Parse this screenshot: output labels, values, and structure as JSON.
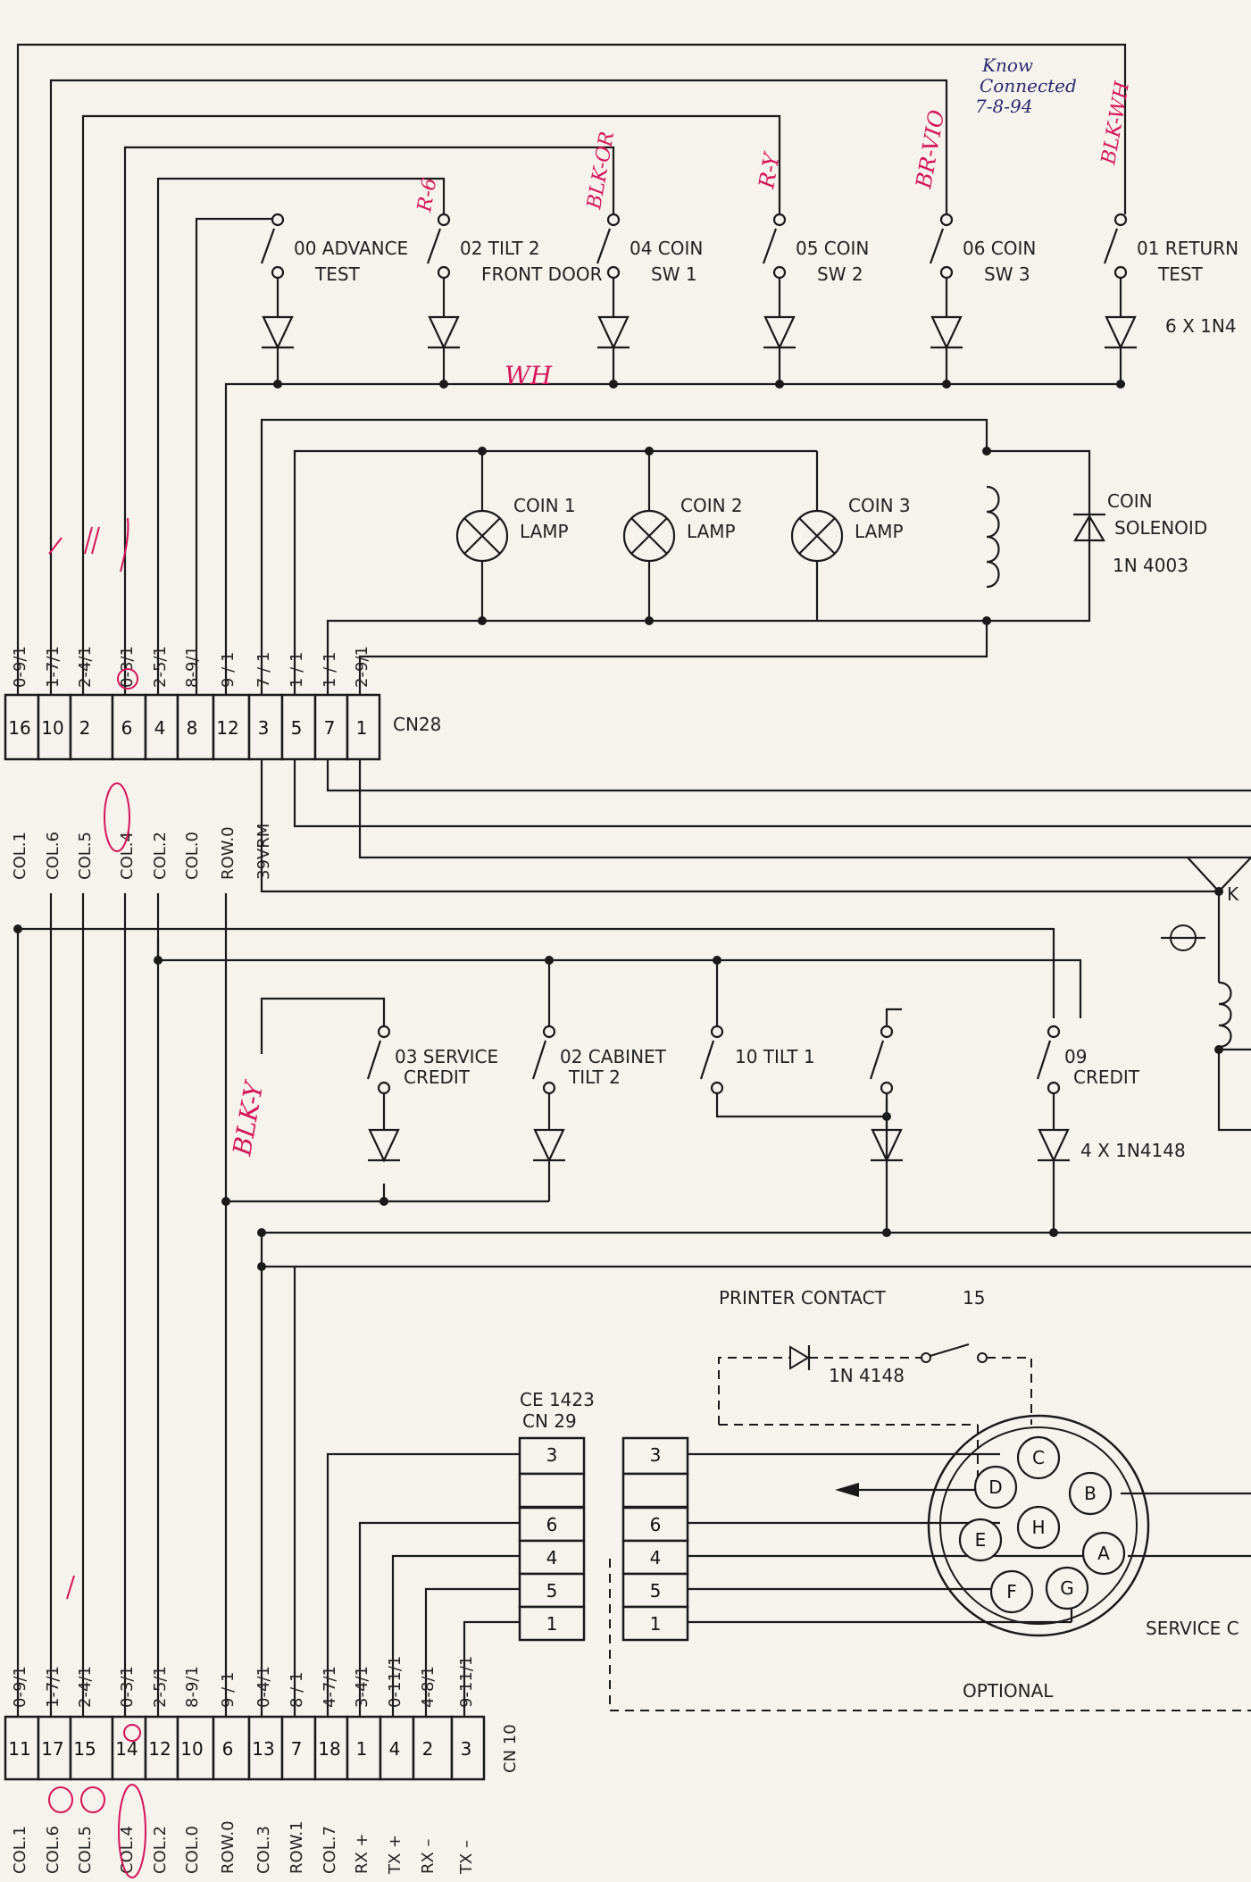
{
  "switches_top": [
    {
      "num": "00",
      "line1": "00 ADVANCE",
      "line2": "TEST"
    },
    {
      "num": "02",
      "line1": "02 TILT 2",
      "line2": "FRONT DOOR"
    },
    {
      "num": "04",
      "line1": "04 COIN",
      "line2": "SW 1"
    },
    {
      "num": "05",
      "line1": "05 COIN",
      "line2": "SW 2"
    },
    {
      "num": "06",
      "line1": "06 COIN",
      "line2": "SW 3"
    },
    {
      "num": "01",
      "line1": "01 RETURN",
      "line2": "TEST"
    }
  ],
  "diode_note_top": "6 X 1N4",
  "lamps": [
    {
      "line1": "COIN 1",
      "line2": "LAMP"
    },
    {
      "line1": "COIN 2",
      "line2": "LAMP"
    },
    {
      "line1": "COIN 3",
      "line2": "LAMP"
    }
  ],
  "solenoid": {
    "line1": "COIN",
    "line2": "SOLENOID",
    "part": "1N 4003"
  },
  "cn28": {
    "label": "CN28",
    "pins": [
      "16",
      "10",
      "2",
      "6",
      "4",
      "8",
      "12",
      "3",
      "5",
      "7",
      "1"
    ],
    "top_labels": [
      "0-9/1",
      "1-7/1",
      "2-4/1",
      "0-3/1",
      "2-5/1",
      "8-9/1",
      "9 / 1",
      "7 / 1",
      "1 / 1",
      "1 / 1",
      "2-9/1"
    ],
    "bottom_labels": [
      "COL.1",
      "COL.6",
      "COL.5",
      "COL.4",
      "COL.2",
      "COL.0",
      "ROW.0",
      "39VRM"
    ]
  },
  "switches_mid": [
    {
      "line1": "03 SERVICE",
      "line2": "CREDIT"
    },
    {
      "line1": "02 CABINET",
      "line2": "TILT 2"
    },
    {
      "line1": "10  TILT  1",
      "line2": ""
    },
    {
      "line1": "09",
      "line2": "CREDIT"
    }
  ],
  "diode_note_mid": "4 X 1N4148",
  "relay_label": "K",
  "printer": {
    "label": "PRINTER CONTACT",
    "num": "15",
    "diode": "1N 4148"
  },
  "cn29": {
    "label1": "CE 1423",
    "label2": "CN 29",
    "pins": [
      "3",
      "",
      "6",
      "4",
      "5",
      "1"
    ]
  },
  "plug": {
    "pins": [
      "3",
      "",
      "6",
      "4",
      "5",
      "1"
    ]
  },
  "connector_pins": [
    "C",
    "D",
    "B",
    "E",
    "H",
    "A",
    "F",
    "G"
  ],
  "service_label": "SERVICE C",
  "optional_label": "OPTIONAL",
  "cn10": {
    "label": "CN 10",
    "pins": [
      "11",
      "17",
      "15",
      "14",
      "12",
      "10",
      "6",
      "13",
      "7",
      "18",
      "1",
      "4",
      "2",
      "3"
    ],
    "top_labels": [
      "0-9/1",
      "1-7/1",
      "2-4/1",
      "0-3/1",
      "2-5/1",
      "8-9/1",
      "9 / 1",
      "0-4/1",
      "8 / 1",
      "4-7/1",
      "3-4/1",
      "0-11/1",
      "4-8/1",
      "9-11/1"
    ],
    "bottom_labels": [
      "COL.1",
      "COL.6",
      "COL.5",
      "COL.4",
      "COL.2",
      "COL.0",
      "ROW.0",
      "COL.3",
      "ROW.1",
      "COL.7",
      "RX +",
      "TX +",
      "RX –",
      "TX –"
    ]
  },
  "handwritten": {
    "note": [
      "Know",
      "Connected",
      "7-8-94"
    ],
    "r6": "R-6",
    "blk_or": "BLK-OR",
    "ry": "R-Y",
    "br_vio": "BR-VIO",
    "blk_wh": "BLK-WH",
    "wh": "WH",
    "blk_y": "BLK-Y"
  }
}
